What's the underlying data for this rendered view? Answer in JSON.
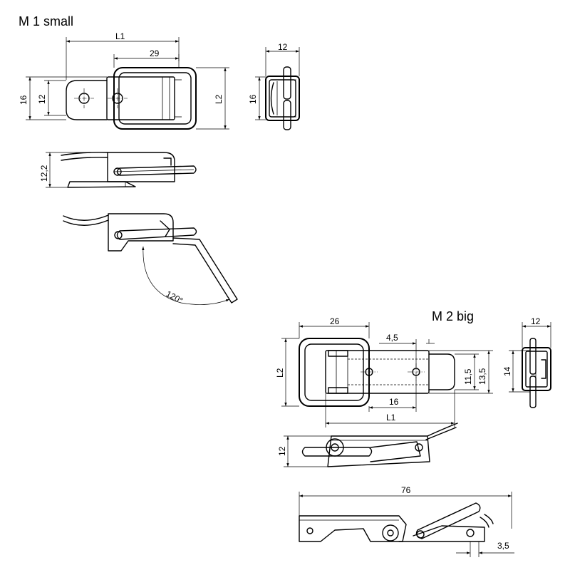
{
  "titles": {
    "m1": "M 1 small",
    "m2": "M 2 big"
  },
  "m1": {
    "dims": {
      "l1": "L1",
      "w29": "29",
      "h16": "16",
      "h12": "12",
      "l2": "L2",
      "side12": "12",
      "side16": "16",
      "h12_2": "12,2",
      "angle": "120°"
    }
  },
  "m2": {
    "dims": {
      "w26": "26",
      "d4_5": "4,5",
      "h11_5": "11,5",
      "h13_5": "13,5",
      "l2": "L2",
      "w16": "16",
      "l1": "L1",
      "side12": "12",
      "side14": "14",
      "h12": "12",
      "len76": "76",
      "d3_5": "3,5"
    }
  }
}
